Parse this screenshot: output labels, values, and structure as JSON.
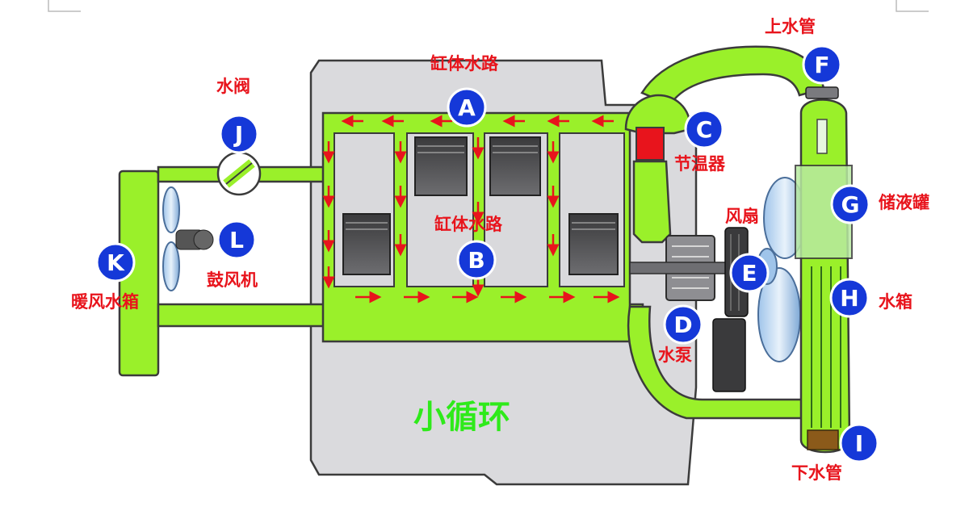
{
  "title": "小循环",
  "components": {
    "A": {
      "letter": "A",
      "label": "缸体水路"
    },
    "B": {
      "letter": "B",
      "label": "缸体水路"
    },
    "C": {
      "letter": "C",
      "label": "节温器"
    },
    "D": {
      "letter": "D",
      "label": "水泵"
    },
    "E": {
      "letter": "E",
      "label": "风扇"
    },
    "F": {
      "letter": "F",
      "label": "上水管"
    },
    "G": {
      "letter": "G",
      "label": "储液罐"
    },
    "H": {
      "letter": "H",
      "label": "水箱"
    },
    "I": {
      "letter": "I",
      "label": "下水管"
    },
    "J": {
      "letter": "J",
      "label": "水阀"
    },
    "K": {
      "letter": "K",
      "label": "暖风水箱"
    },
    "L": {
      "letter": "L",
      "label": "鼓风机"
    }
  },
  "colors": {
    "coolant_green": "#9af02a",
    "flow_arrow_red": "#e8141c",
    "marker_blue": "#1538d8",
    "engine_gray": "#d9d9dc",
    "cylinder_dark": "#5a5a5e"
  }
}
